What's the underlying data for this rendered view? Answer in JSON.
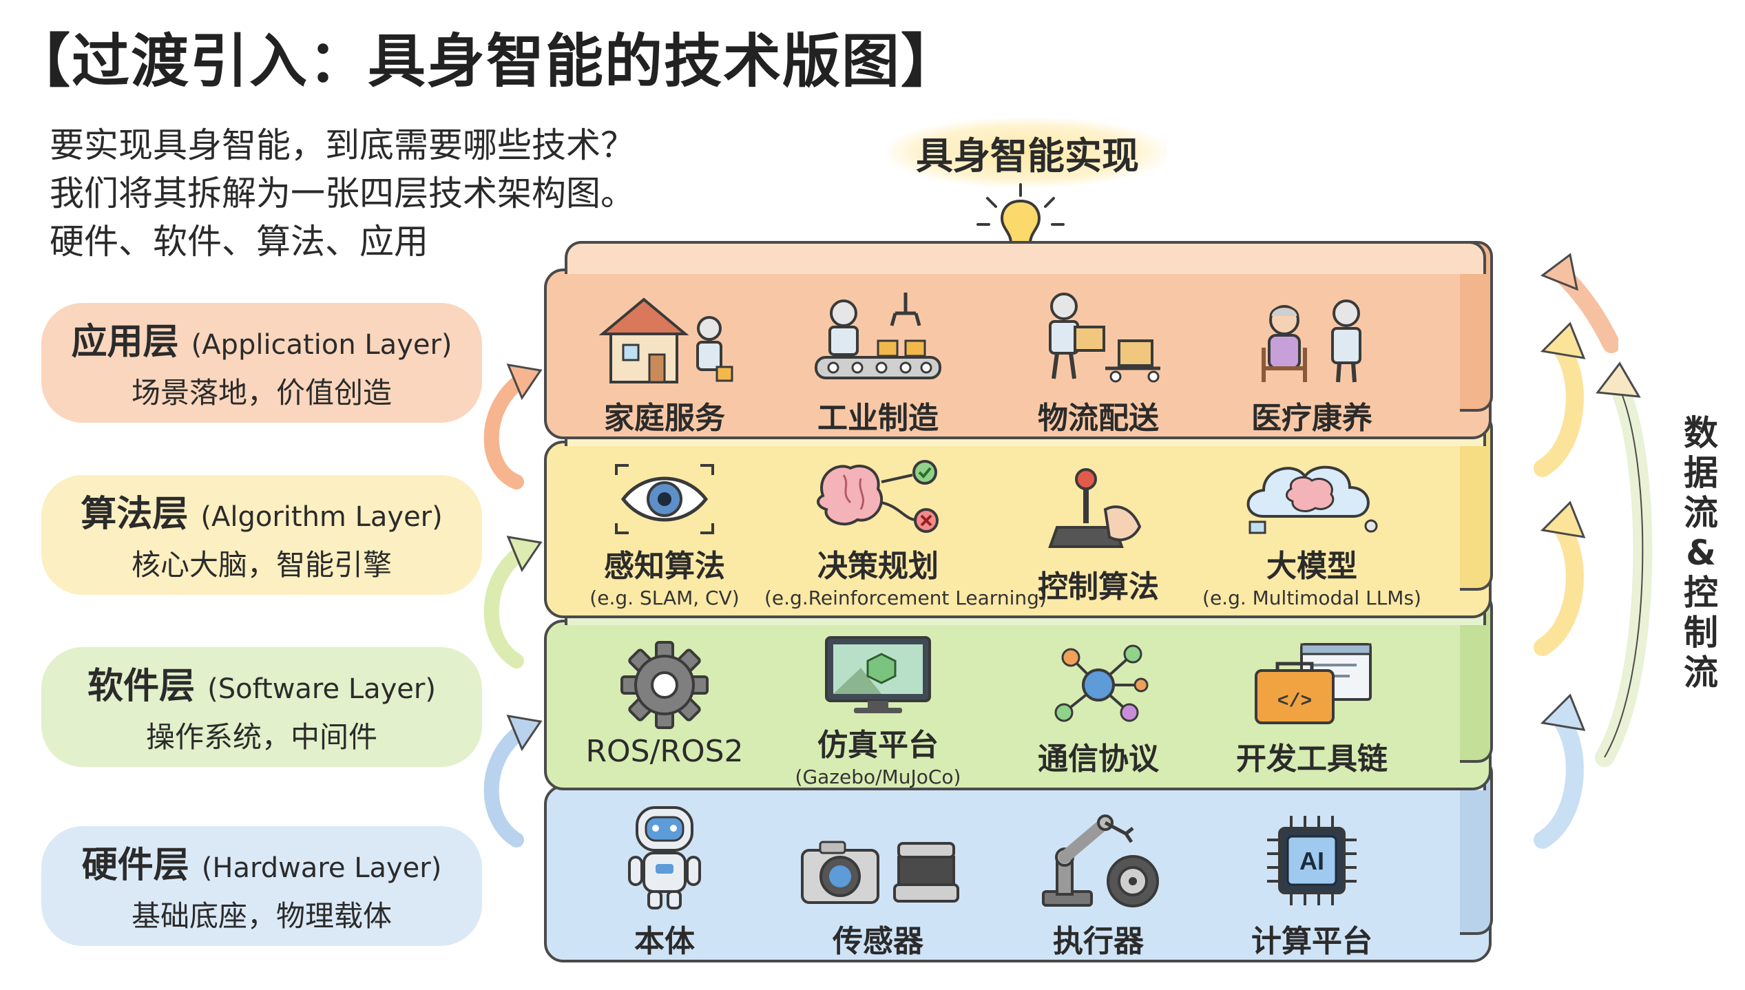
{
  "title": "【过渡引入：具身智能的技术版图】",
  "intro": [
    "要实现具身智能，到底需要哪些技术？",
    "我们将其拆解为一张四层技术架构图。",
    "硬件、软件、算法、应用"
  ],
  "goal": "具身智能实现",
  "side_flow": [
    "数",
    "据",
    "流",
    "&",
    "控",
    "制",
    "流"
  ],
  "colors": {
    "application": "#f8c8a6",
    "algorithm": "#fbe9a6",
    "software": "#d7ecb2",
    "hardware": "#cfe3f6"
  },
  "layers": {
    "application": {
      "name": "应用层",
      "en": "(Application Layer)",
      "desc": "场景落地，价值创造",
      "items": [
        {
          "label": "家庭服务",
          "icon": "home-robot-icon"
        },
        {
          "label": "工业制造",
          "icon": "factory-robot-icon"
        },
        {
          "label": "物流配送",
          "icon": "delivery-robot-icon"
        },
        {
          "label": "医疗康养",
          "icon": "care-robot-icon"
        }
      ]
    },
    "algorithm": {
      "name": "算法层",
      "en": "(Algorithm Layer)",
      "desc": "核心大脑，智能引擎",
      "items": [
        {
          "label": "感知算法",
          "sub": "(e.g. SLAM, CV)",
          "icon": "eye-icon"
        },
        {
          "label": "决策规划",
          "sub": "(e.g.Reinforcement Learning)",
          "icon": "brain-decision-icon"
        },
        {
          "label": "控制算法",
          "sub": "",
          "icon": "joystick-icon"
        },
        {
          "label": "大模型",
          "sub": "(e.g. Multimodal LLMs)",
          "icon": "cloud-brain-icon"
        }
      ]
    },
    "software": {
      "name": "软件层",
      "en": "(Software Layer)",
      "desc": "操作系统，中间件",
      "items": [
        {
          "label": "ROS/ROS2",
          "sub": "",
          "icon": "gear-icon"
        },
        {
          "label": "仿真平台",
          "sub": "(Gazebo/MuJoCo)",
          "icon": "monitor-icon"
        },
        {
          "label": "通信协议",
          "sub": "",
          "icon": "network-icon"
        },
        {
          "label": "开发工具链",
          "sub": "",
          "icon": "toolbox-icon"
        }
      ]
    },
    "hardware": {
      "name": "硬件层",
      "en": "(Hardware Layer)",
      "desc": "基础底座，物理载体",
      "items": [
        {
          "label": "本体",
          "icon": "robot-body-icon"
        },
        {
          "label": "传感器",
          "icon": "camera-sensor-icon"
        },
        {
          "label": "执行器",
          "icon": "robot-arm-icon"
        },
        {
          "label": "计算平台",
          "icon": "ai-chip-icon",
          "chip_text": "AI"
        }
      ]
    }
  }
}
